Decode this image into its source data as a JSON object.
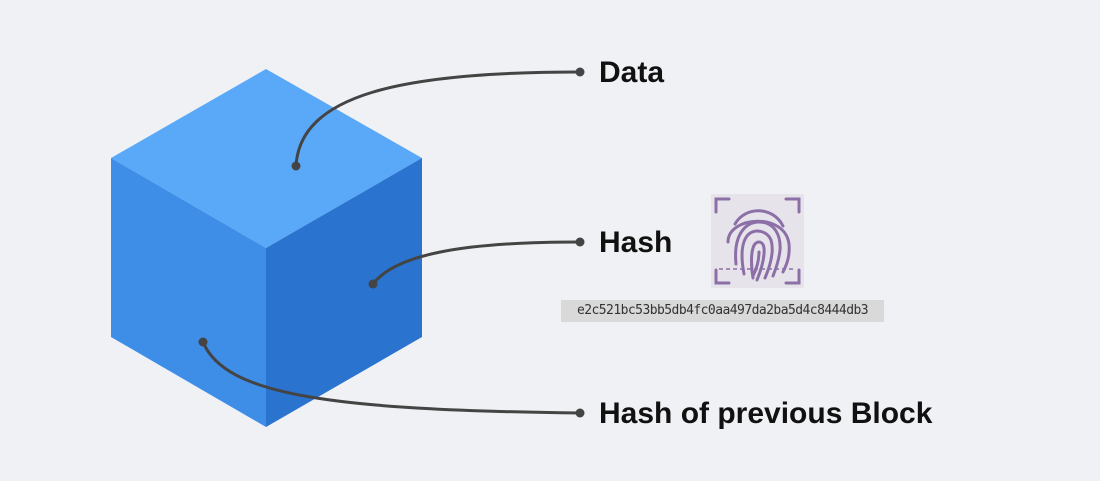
{
  "labels": {
    "data": "Data",
    "hash": "Hash",
    "previous_hash": "Hash of previous Block"
  },
  "hash_value": "e2c521bc53bb5db4fc0aa497da2ba5d4c8444db3",
  "icons": {
    "block": "blue-cube-icon",
    "fingerprint": "fingerprint-icon"
  },
  "colors": {
    "background": "#f0f1f5",
    "cube_top": "#5aa8f8",
    "cube_left": "#3e8ee8",
    "cube_right": "#2a73cf",
    "connector": "#444444",
    "fingerprint": "#8d6fa8"
  }
}
